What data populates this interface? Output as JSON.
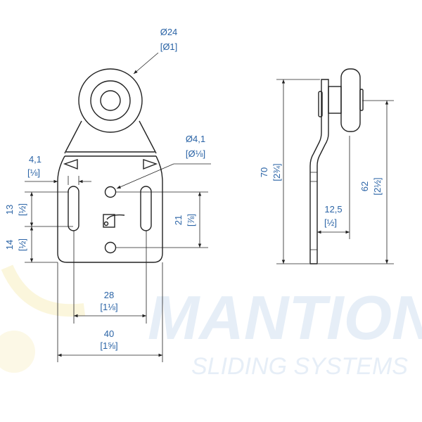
{
  "watermark": {
    "brand": "MANTION",
    "tagline": "SLIDING SYSTEMS",
    "colors": {
      "text": "#e6eef7",
      "arc": "#fbf6dc"
    }
  },
  "dimensions": {
    "wheel_diameter": {
      "metric": "Ø24",
      "imperial": "[Ø1]"
    },
    "hole_diameter": {
      "metric": "Ø4,1",
      "imperial": "[Ø⅛]"
    },
    "slot_width": {
      "metric": "4,1",
      "imperial": "[⅛]"
    },
    "upper_offset": {
      "metric": "13",
      "imperial": "[½]"
    },
    "lower_offset": {
      "metric": "14",
      "imperial": "[½]"
    },
    "hole_spacing": {
      "metric": "21",
      "imperial": "[⅞]"
    },
    "slot_spacing": {
      "metric": "28",
      "imperial": "[1⅛]"
    },
    "plate_width": {
      "metric": "40",
      "imperial": "[1⅝]"
    },
    "total_height": {
      "metric": "70",
      "imperial": "[2¾]"
    },
    "axle_height": {
      "metric": "62",
      "imperial": "[2½]"
    },
    "wheel_offset": {
      "metric": "12,5",
      "imperial": "[½]"
    }
  },
  "colors": {
    "dimension_text": "#2b64a6",
    "outline": "#222222"
  }
}
